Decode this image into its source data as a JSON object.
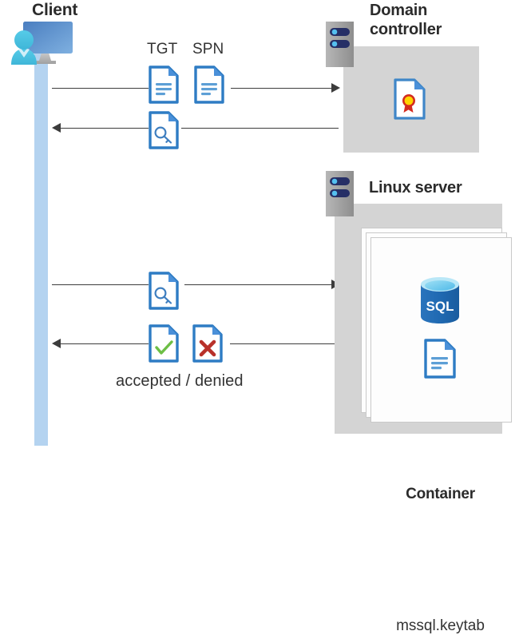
{
  "diagram": {
    "type": "sequence-diagram",
    "title_texts": {
      "client": "Client",
      "domain_controller": "Domain\ncontroller",
      "domain_controller_line1": "Domain",
      "domain_controller_line2": "controller",
      "linux_server": "Linux server",
      "container": "Container"
    },
    "labels": {
      "tgt": "TGT",
      "spn": "SPN",
      "accepted_denied": "accepted / denied",
      "keytab": "mssql.keytab"
    },
    "actors": [
      {
        "id": "client",
        "label": "Client",
        "icon": "client-workstation-icon"
      },
      {
        "id": "domain-controller",
        "label": "Domain controller",
        "icon": "server-rack-icon"
      },
      {
        "id": "linux-server",
        "label": "Linux server",
        "icon": "server-rack-icon"
      }
    ],
    "messages": [
      {
        "index": 1,
        "direction": "right",
        "from": "client",
        "to": "domain-controller",
        "icons": [
          "document-icon",
          "document-icon"
        ],
        "labels": [
          "TGT",
          "SPN"
        ]
      },
      {
        "index": 2,
        "direction": "left",
        "from": "domain-controller",
        "to": "client",
        "icons": [
          "key-document-icon"
        ],
        "labels": []
      },
      {
        "index": 3,
        "direction": "right",
        "from": "client",
        "to": "linux-server",
        "icons": [
          "key-document-icon"
        ],
        "labels": []
      },
      {
        "index": 4,
        "direction": "left",
        "from": "linux-server",
        "to": "client",
        "icons": [
          "check-document-icon",
          "x-document-icon"
        ],
        "labels": [
          "accepted / denied"
        ]
      }
    ],
    "domain_controller_contents": [
      {
        "icon": "certificate-document-icon",
        "label": ""
      }
    ],
    "linux_server_contents": [
      {
        "icon": "container-card-stack",
        "label": "Container",
        "items": [
          {
            "icon": "sql-database-icon",
            "label": "SQL"
          },
          {
            "icon": "document-icon",
            "label": "mssql.keytab"
          }
        ]
      }
    ],
    "colors": {
      "panel_grey": "#d4d4d4",
      "lifeline_blue": "#b4d3f0",
      "doc_blue": "#2e7cc4",
      "doc_fold_blue": "#4a90d9",
      "arrow_grey": "#3c3c3c",
      "title_dark": "#2b2b2b",
      "server_grey": "#9a9a9a",
      "server_pill_navy": "#26306b",
      "server_dot_blue": "#55c0f0",
      "sql_blue": "#1f6fb5",
      "check_green": "#6cbe45",
      "x_red": "#c0392b",
      "cert_yellow": "#ffd400",
      "cert_red": "#d42b1f",
      "person_cyan": "#4ec3e0",
      "monitor_blue": "#5b8fd0"
    }
  }
}
